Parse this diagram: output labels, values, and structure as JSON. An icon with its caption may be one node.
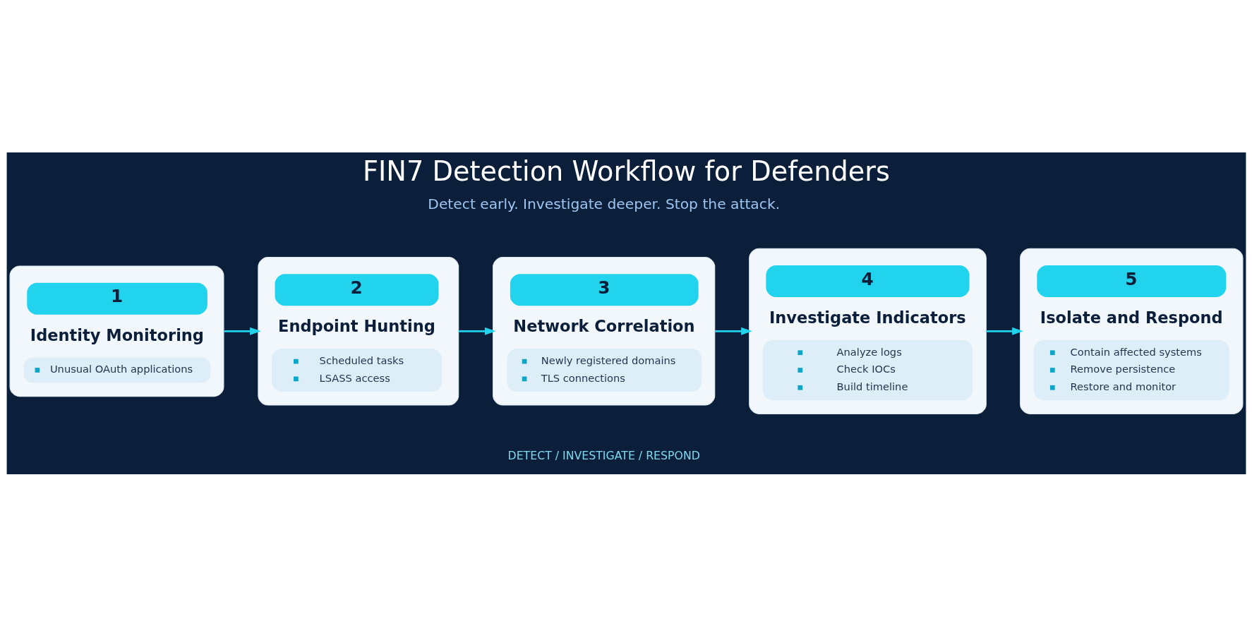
{
  "diagram": {
    "title": "FIN7 Detection Workflow for Defenders",
    "nodes": [
      {
        "text": [
          "1",
          "Identity Monitoring",
          "Unusual OAuth applications"
        ]
      },
      {
        "text": [
          "2",
          "Endpoint Hunting",
          "Scheduled tasks",
          "LSASS access"
        ]
      },
      {
        "text": [
          "3",
          "Network Correlation",
          "Newly registered domains",
          "TLS connections"
        ]
      },
      {
        "text": [
          "4",
          "Investigate Indicators",
          "Analyze logs",
          "Check IOCs",
          "Build timeline"
        ]
      },
      {
        "text": [
          "5",
          "Isolate and Respond",
          "Contain affected systems",
          "Remove persistence",
          "Restore and monitor"
        ]
      }
    ],
    "edges": [
      {
        "from": 0,
        "to": 1,
        "arrow": "to"
      },
      {
        "from": 1,
        "to": 2,
        "arrow": "to"
      },
      {
        "from": 2,
        "to": 3,
        "arrow": "to"
      },
      {
        "from": 3,
        "to": 4,
        "arrow": "to"
      }
    ],
    "labels": [
      "Detect early. Investigate deeper. Stop the attack.",
      "DETECT / INVESTIGATE / RESPOND"
    ]
  }
}
